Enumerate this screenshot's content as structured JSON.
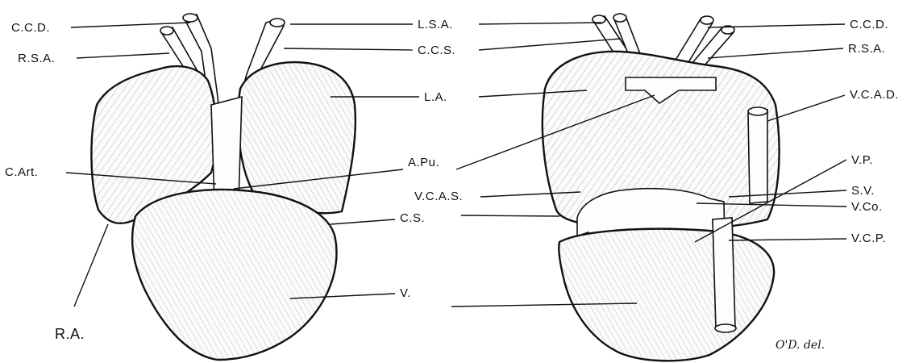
{
  "figure": {
    "signature": "O'D. del."
  },
  "left_view": {
    "labels": {
      "ccd": "C.C.D.",
      "rsa": "R.S.A.",
      "cart": "C.Art.",
      "ra": "R.A.",
      "lsa": "L.S.A.",
      "ccs": "C.C.S.",
      "la": "L.A.",
      "apu": "A.Pu.",
      "cs": "C.S.",
      "v": "V."
    }
  },
  "right_view": {
    "labels": {
      "ccd": "C.C.D.",
      "rsa": "R.S.A.",
      "vcad": "V.C.A.D.",
      "vp": "V.P.",
      "vcas": "V.C.A.S.",
      "sv": "S.V.",
      "vco": "V.Co.",
      "vcp": "V.C.P."
    }
  }
}
